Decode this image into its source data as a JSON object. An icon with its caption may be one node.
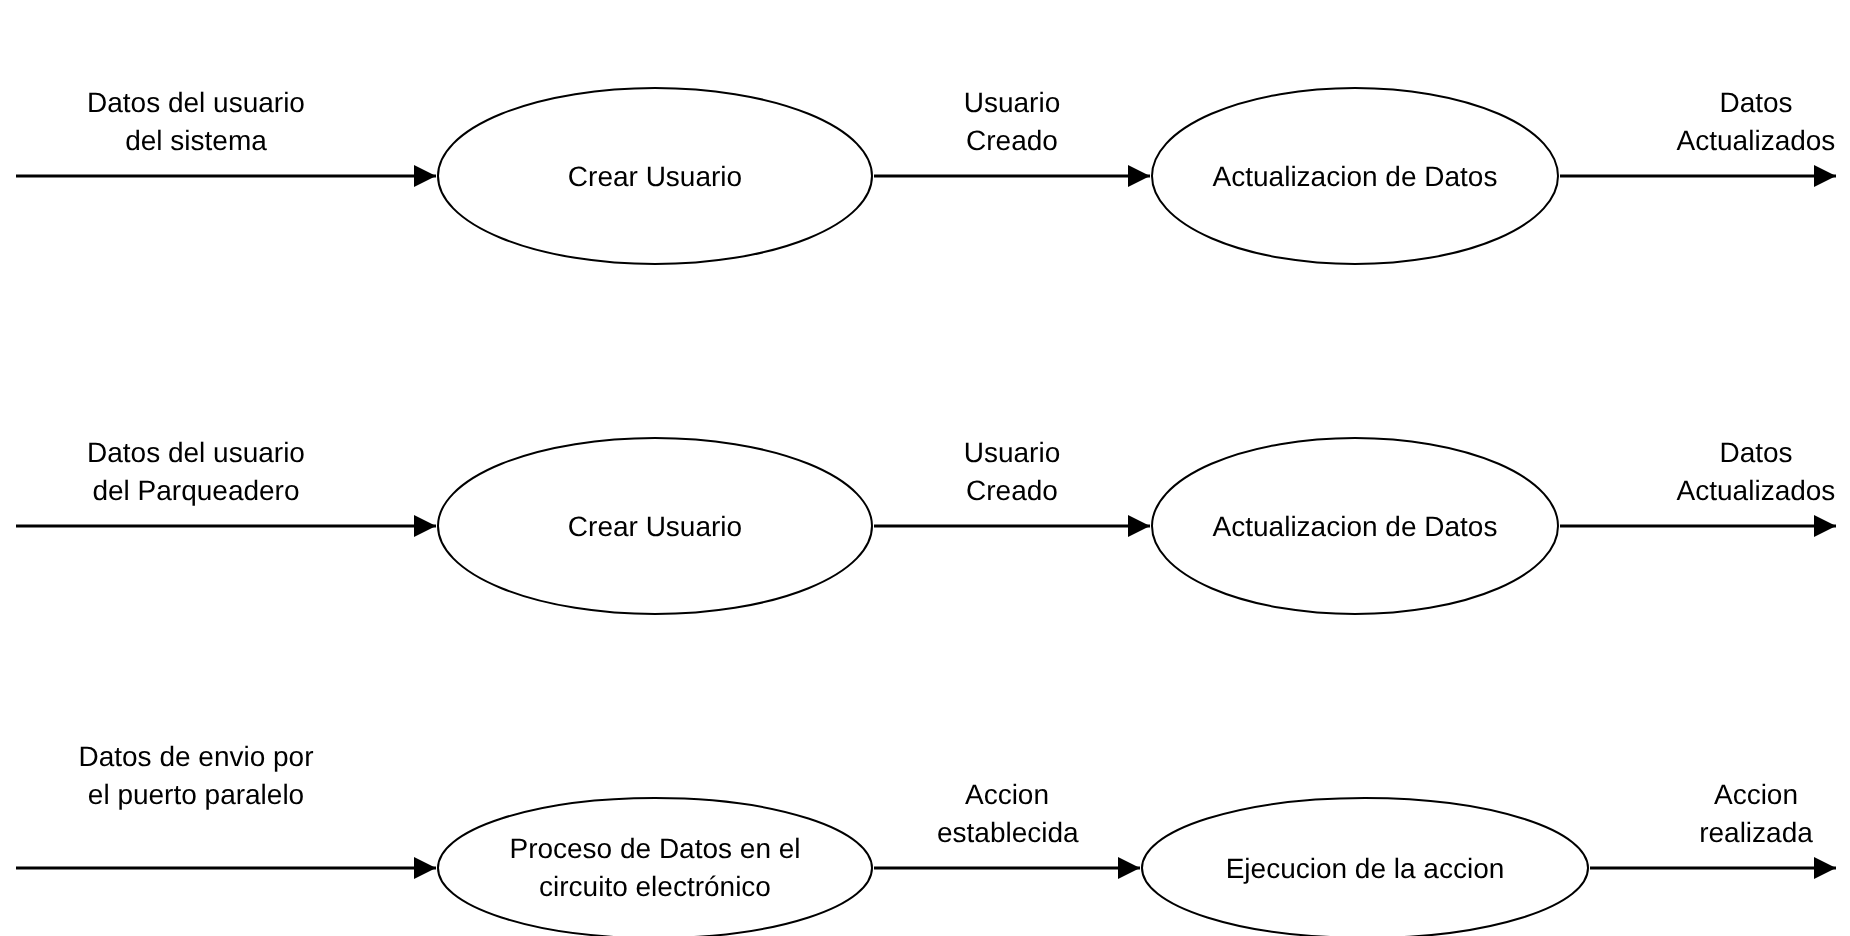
{
  "diagram": {
    "nodes": [
      {
        "text": [
          "Crear Usuario"
        ]
      },
      {
        "text": [
          "Actualizacion de Datos"
        ]
      },
      {
        "text": [
          "Crear Usuario"
        ]
      },
      {
        "text": [
          "Actualizacion de Datos"
        ]
      },
      {
        "text": [
          "Proceso de Datos en el circuito electrónico"
        ]
      },
      {
        "text": [
          "Ejecucion de la accion"
        ]
      }
    ],
    "edges": [
      {
        "from": null,
        "to": 0,
        "arrow": "to",
        "label": "Datos del usuario del sistema"
      },
      {
        "from": 0,
        "to": 1,
        "arrow": "to",
        "label": "Usuario Creado"
      },
      {
        "from": 1,
        "to": null,
        "arrow": "to",
        "label": "Datos Actualizados"
      },
      {
        "from": null,
        "to": 2,
        "arrow": "to",
        "label": "Datos del usuario del Parqueadero"
      },
      {
        "from": 2,
        "to": 3,
        "arrow": "to",
        "label": "Usuario Creado"
      },
      {
        "from": 3,
        "to": null,
        "arrow": "to",
        "label": "Datos Actualizados"
      },
      {
        "from": null,
        "to": 4,
        "arrow": "to",
        "label": "Datos de envio por el puerto paralelo"
      },
      {
        "from": 4,
        "to": 5,
        "arrow": "to",
        "label": "Accion establecida"
      },
      {
        "from": 5,
        "to": null,
        "arrow": "to",
        "label": "Accion realizada"
      }
    ]
  }
}
